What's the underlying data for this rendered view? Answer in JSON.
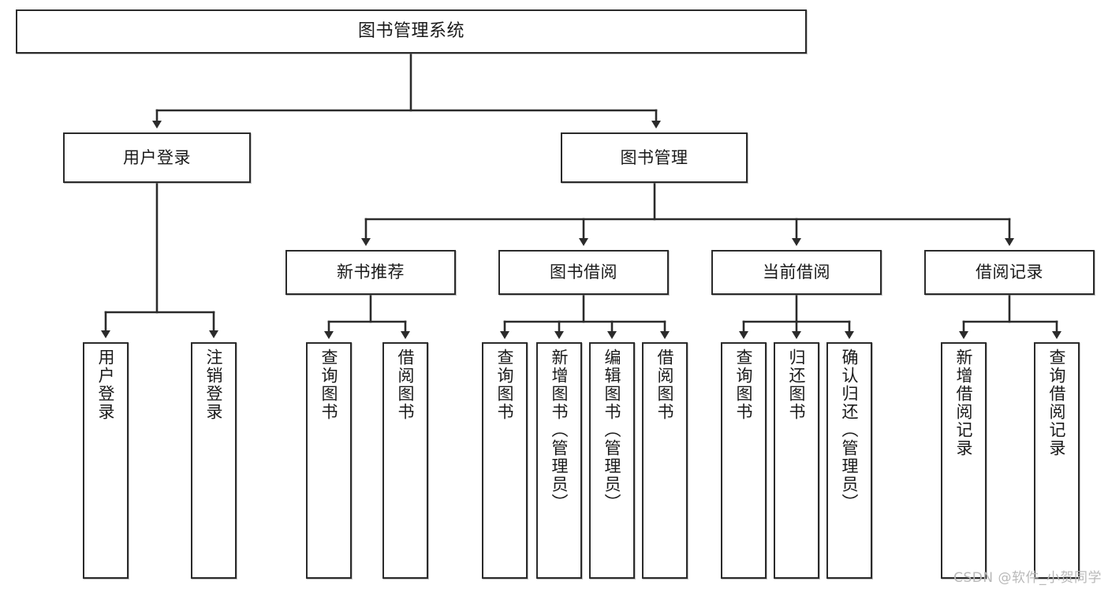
{
  "diagram": {
    "title": "图书管理系统",
    "type": "tree-hierarchy",
    "colors": {
      "node_border": "#2b2b2b",
      "node_fill": "#ffffff",
      "edge": "#2b2b2b",
      "text": "#1a1a1a",
      "watermark": "#b9b9b9",
      "background": "#ffffff"
    }
  },
  "root": {
    "label": "图书管理系统"
  },
  "level2": [
    {
      "label": "用户登录"
    },
    {
      "label": "图书管理"
    }
  ],
  "level3": [
    {
      "label": "新书推荐"
    },
    {
      "label": "图书借阅"
    },
    {
      "label": "当前借阅"
    },
    {
      "label": "借阅记录"
    }
  ],
  "leaves": {
    "user_login": [
      {
        "label": "用户登录"
      },
      {
        "label": "注销登录"
      }
    ],
    "new_book_recommend": [
      {
        "label": "查询图书"
      },
      {
        "label": "借阅图书"
      }
    ],
    "book_borrow": [
      {
        "label": "查询图书"
      },
      {
        "label": "新增图书（管理员）"
      },
      {
        "label": "编辑图书（管理员）"
      },
      {
        "label": "借阅图书"
      }
    ],
    "current_borrow": [
      {
        "label": "查询图书"
      },
      {
        "label": "归还图书"
      },
      {
        "label": "确认归还（管理员）"
      }
    ],
    "borrow_records": [
      {
        "label": "新增借阅记录"
      },
      {
        "label": "查询借阅记录"
      }
    ]
  },
  "watermark": {
    "text": "CSDN @软件_小贺同学"
  }
}
